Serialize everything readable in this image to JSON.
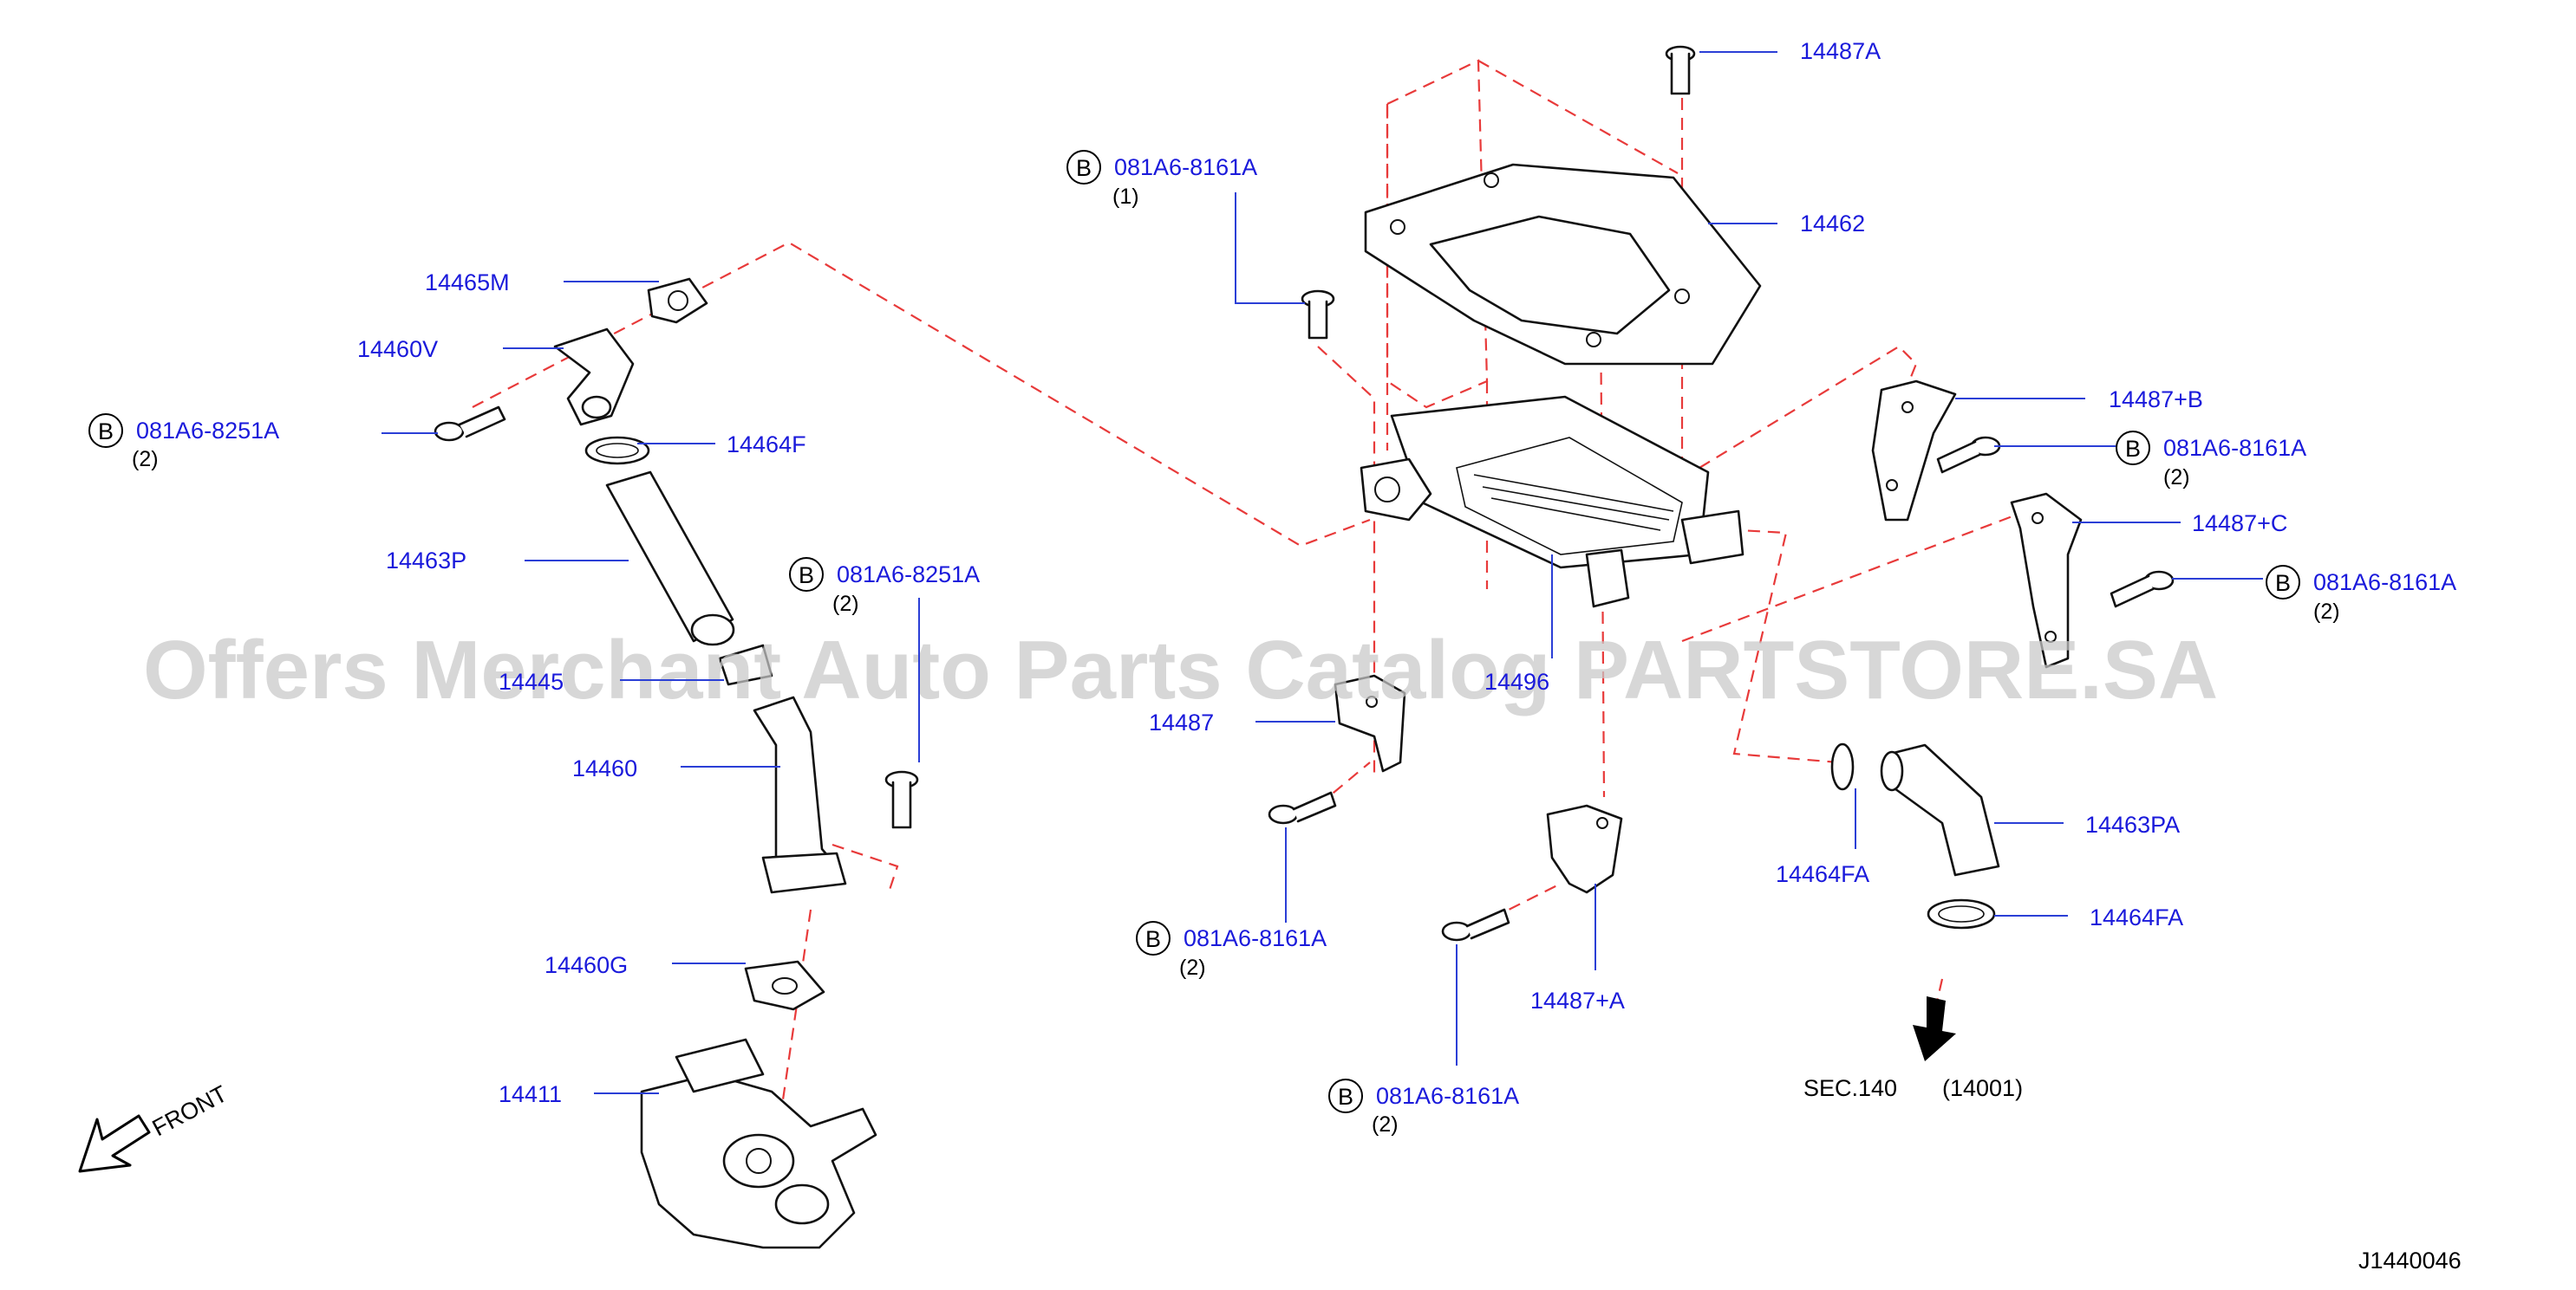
{
  "diagram": {
    "watermark": "Offers Merchant Auto Parts Catalog PARTSTORE.SA",
    "drawing_id": "J1440046",
    "front_label": "FRONT",
    "section_ref": {
      "sec": "SEC.140",
      "code": "(14001)"
    },
    "bolt_badge": "B",
    "part_labels": {
      "p14487A": "14487A",
      "p14462": "14462",
      "p14465M": "14465M",
      "p14460V": "14460V",
      "p14464F": "14464F",
      "p14463P": "14463P",
      "p14445": "14445",
      "p14460": "14460",
      "p14460G": "14460G",
      "p14411": "14411",
      "p14487": "14487",
      "p14496": "14496",
      "p14487B": "14487+B",
      "p14487C": "14487+C",
      "p14487plusA": "14487+A",
      "p14464FA_left": "14464FA",
      "p14463PA": "14463PA",
      "p14464FA_right": "14464FA"
    },
    "bolt_callouts": {
      "b_top": {
        "code": "081A6-8161A",
        "qty": "(1)"
      },
      "b_left": {
        "code": "081A6-8251A",
        "qty": "(2)"
      },
      "b_mid": {
        "code": "081A6-8251A",
        "qty": "(2)"
      },
      "b_right1": {
        "code": "081A6-8161A",
        "qty": "(2)"
      },
      "b_right2": {
        "code": "081A6-8161A",
        "qty": "(2)"
      },
      "b_bottom1": {
        "code": "081A6-8161A",
        "qty": "(2)"
      },
      "b_bottom2": {
        "code": "081A6-8161A",
        "qty": "(2)"
      }
    }
  }
}
